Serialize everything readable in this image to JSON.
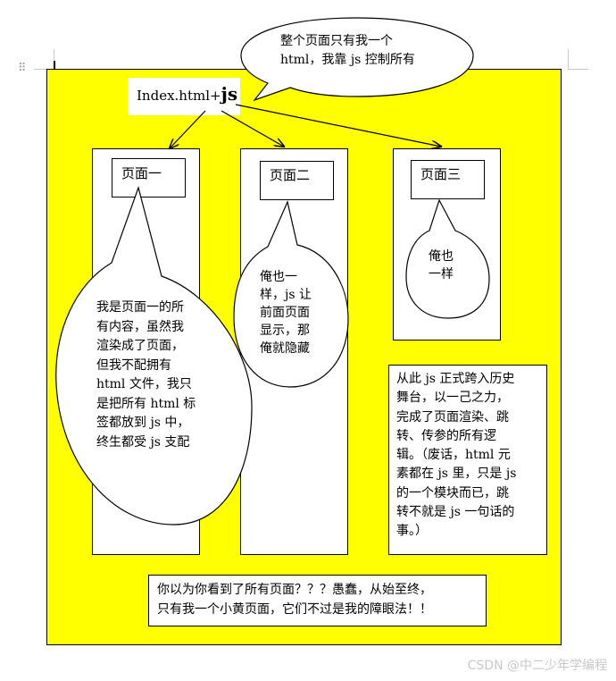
{
  "header": {
    "index_label_prefix": "Index.html+",
    "index_label_js": "js"
  },
  "callouts": {
    "top_bubble": "整个页面只有我一个\nhtml，我靠 js 控制所有",
    "page1_bubble": "我是页面一的所\n有内容，虽然我\n渲染成了页面，\n但我不配拥有\nhtml 文件，我只\n是把所有 html 标\n签都放到 js 中，\n终生都受 js 支配",
    "page2_bubble": "俺也一\n样，js 让\n前面页面\n显示，那\n俺就隐藏",
    "page3_bubble": "俺也\n一样"
  },
  "pages": [
    {
      "label": "页面一"
    },
    {
      "label": "页面二"
    },
    {
      "label": "页面三"
    }
  ],
  "notes": {
    "history_box": "从此 js 正式跨入历史\n舞台，以一己之力，\n完成了页面渲染、跳\n转、传参的所有逻\n辑。（废话，html 元\n素都在 js 里，只是 js\n的一个模块而已，跳\n转不就是 js 一句话的\n事。）",
    "bottom_box": "你以为你看到了所有页面？？？愚蠢，从始至终，\n只有我一个小黄页面，它们不过是我的障眼法！！"
  },
  "watermark": "CSDN @中二少年学编程",
  "colors": {
    "background_page": "#ffff00",
    "box_fill": "#ffffff",
    "stroke": "#000000"
  }
}
